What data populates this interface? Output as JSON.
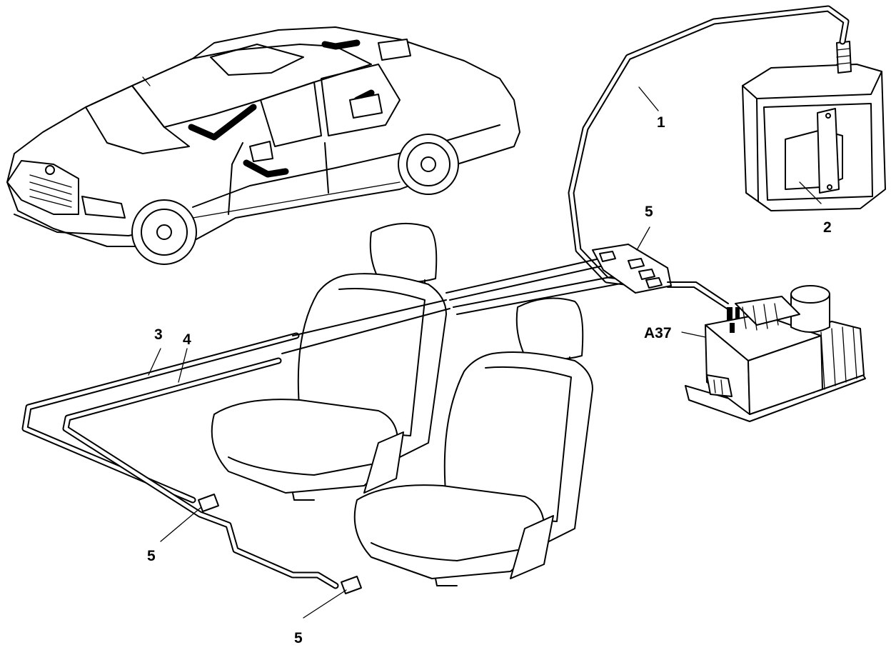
{
  "diagram": {
    "labels": {
      "hose_1": "1",
      "control_unit_2": "2",
      "line_3": "3",
      "line_4": "4",
      "connector_5_top": "5",
      "connector_5_left": "5",
      "connector_5_bottom": "5",
      "pump_a37": "A37"
    }
  }
}
